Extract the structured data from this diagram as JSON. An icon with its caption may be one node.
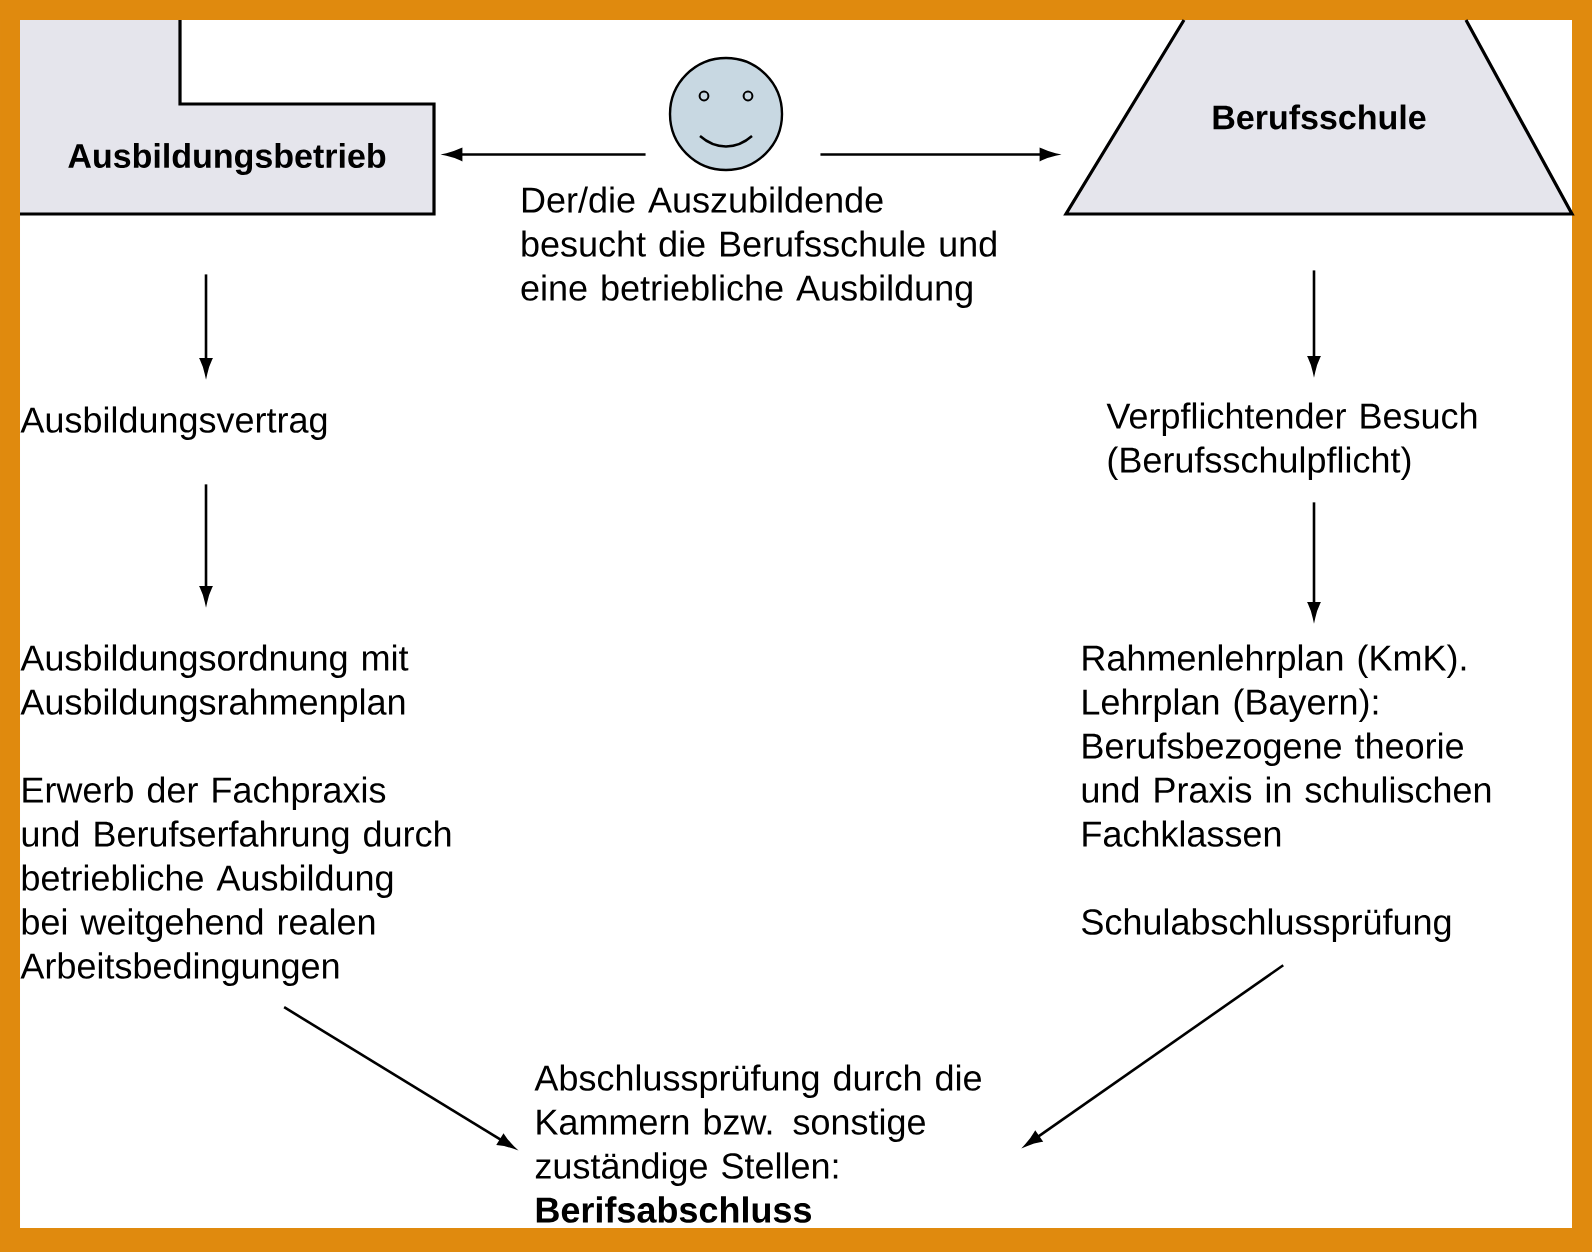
{
  "diagram": {
    "nodes": [
      {
        "text": [
          "Ausbildungsbetrieb"
        ]
      },
      {
        "text": [],
        "shape": "circle",
        "beside": [
          "Der/die Auszubildende besucht die Berufsschule und eine betriebliche Ausbildung"
        ]
      },
      {
        "text": [
          "Berufsschule"
        ]
      },
      {
        "text": [
          "Ausbildungsvertrag"
        ]
      },
      {
        "text": [
          "Ausbildungsordnung mit Ausbildungsrahmenplan",
          "Erwerb der Fachpraxis und Berufserfahrung durch betriebliche Ausbildung bei weitgehend realen Arbeitsbedingungen"
        ]
      },
      {
        "text": [
          "Verpflichtender Besuch (Berufsschulpflicht)"
        ]
      },
      {
        "text": [
          "Rahmenlehrplan (KmK). Lehrplan (Bayern):",
          "Berufsbezogene theorie und Praxis in schulischen Fachklassen",
          "Schulabschlussprüfung"
        ]
      },
      {
        "text": [
          "Abschlussprüfung durch die Kammern bzw. sonstige zuständige Stellen:",
          "Berifsabschluss"
        ]
      }
    ],
    "edges": [
      {
        "from": 1,
        "to": 0,
        "arrow": "to"
      },
      {
        "from": 1,
        "to": 2,
        "arrow": "to"
      },
      {
        "from": 0,
        "to": 3,
        "arrow": "to"
      },
      {
        "from": 3,
        "to": 4,
        "arrow": "to"
      },
      {
        "from": 2,
        "to": 5,
        "arrow": "to"
      },
      {
        "from": 5,
        "to": 6,
        "arrow": "to"
      },
      {
        "from": 4,
        "to": 7,
        "arrow": "to"
      },
      {
        "from": 6,
        "to": 7,
        "arrow": "to"
      }
    ]
  }
}
